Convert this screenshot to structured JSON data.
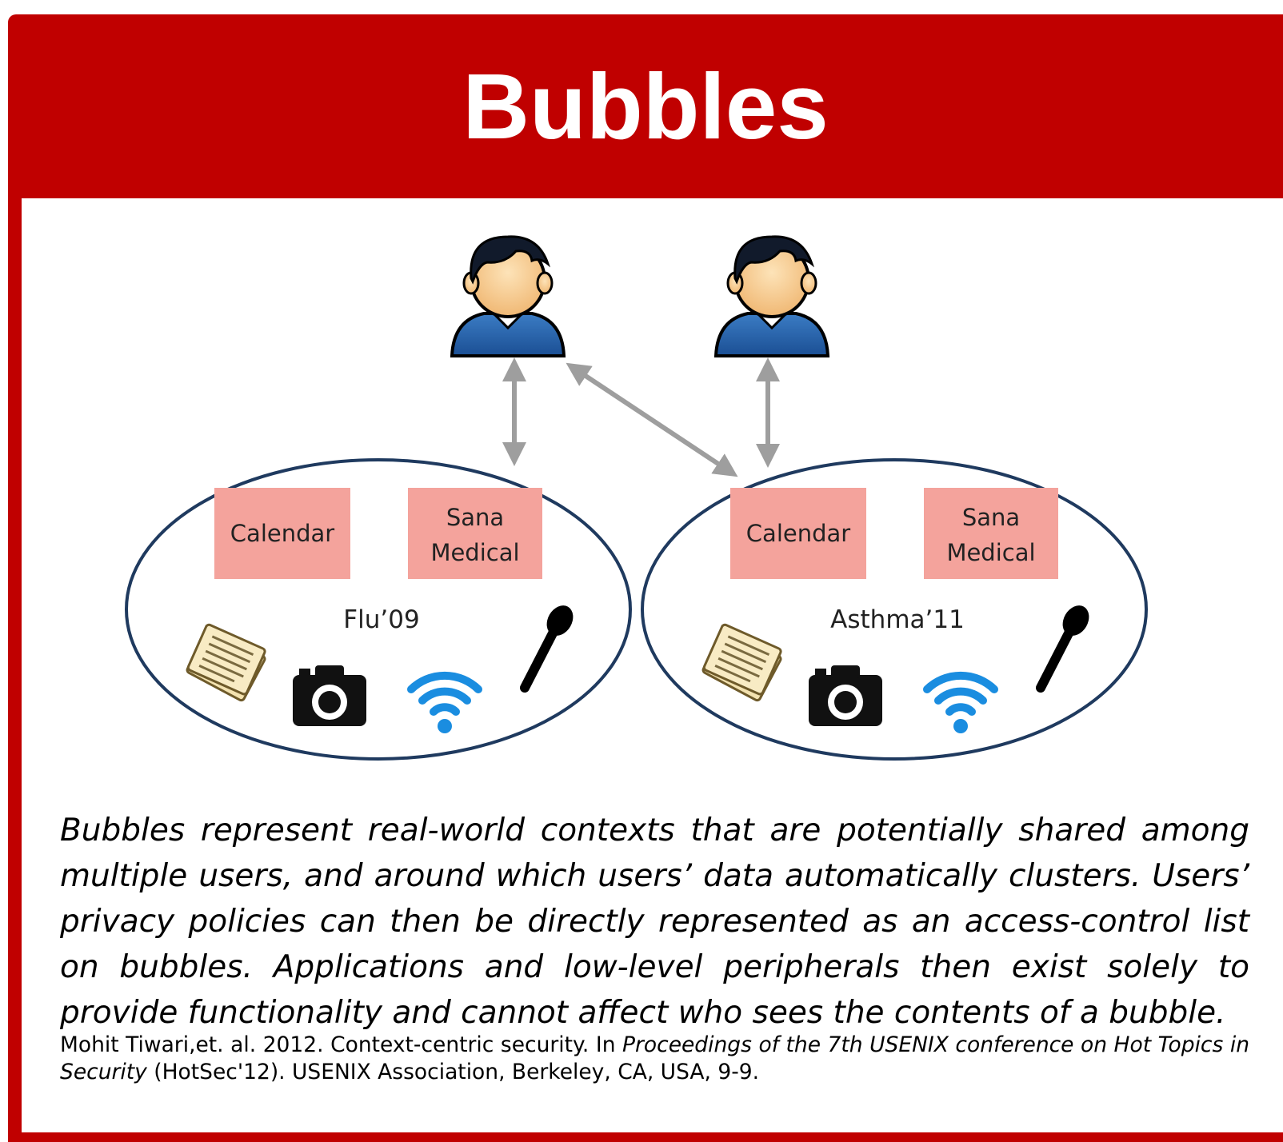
{
  "title": "Bubbles",
  "diagram": {
    "bubbles": [
      {
        "label": "Flu’09",
        "apps": [
          "Calendar",
          [
            "Sana",
            "Medical"
          ]
        ]
      },
      {
        "label": "Asthma’11",
        "apps": [
          "Calendar",
          [
            "Sana",
            "Medical"
          ]
        ]
      }
    ],
    "colors": {
      "app_box": "#f4a39c",
      "bubble_outline": "#1f3a5f",
      "arrow": "#9e9e9e",
      "frame": "#c00000"
    },
    "icons": [
      "user-icon",
      "document-icon",
      "camera-icon",
      "wifi-icon",
      "microphone-icon"
    ]
  },
  "caption": "Bubbles represent real-world contexts that are potentially shared among multiple users, and around which users’ data automatically clusters. Users’ privacy policies can then be directly represented as an access-control list on bubbles. Applications and low-level peripherals then exist solely to provide functionality and cannot affect who sees the contents of a bubble.",
  "citation": {
    "prefix": "Mohit Tiwari,et. al. 2012. Context-centric security. In ",
    "venue": "Proceedings of the 7th USENIX conference on Hot Topics in Security",
    "suffix": " (HotSec'12). USENIX Association, Berkeley, CA, USA, 9-9."
  }
}
